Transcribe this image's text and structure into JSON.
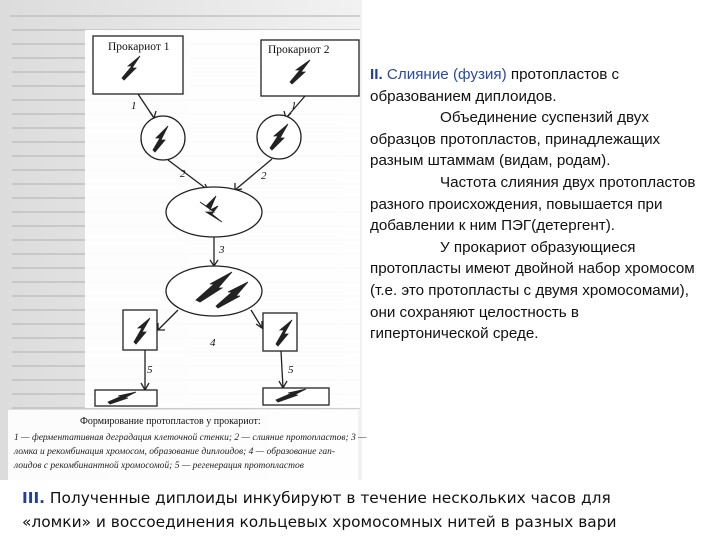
{
  "figure": {
    "box_labels": [
      "Прокариот 1",
      "Прокариот 2"
    ],
    "step_numbers": [
      "1",
      "1",
      "2",
      "2",
      "3",
      "4",
      "5",
      "5"
    ],
    "caption_title": "Формирование протопластов у прокариот:",
    "caption_lines": [
      "1 — ферментативная деградация клеточной стенки; 2 — слияние протопластов; 3 —",
      "ломка и рекомбинация хромосом, образование диплоидов; 4 — образование гап-",
      "лоидов с рекомбинантной хромосомой; 5 — регенерация протопластов"
    ]
  },
  "text": {
    "heading_num": "II. ",
    "heading_word": "Слияние (фузия)",
    "heading_rest": " протопластов с образованием диплоидов.",
    "para1": "Объединение суспензий двух образцов протопластов, принадлежащих разным штаммам (видам, родам).",
    "para2": "Частота слияния двух протопластов разного происхождения, повышается при добавлении к ним ПЭГ(детергент).",
    "para3": "У прокариот образующиеся протопласты имеют двойной набор хромосом (т.е. это протопласты с двумя хромосомами), они сохраняют целостность в гипертонической среде."
  },
  "bottom": {
    "num": "III.",
    "line1": " Полученные диплоиды инкубируют в течение нескольких часов для",
    "line2": "«ломки» и воссоединения кольцевых хромосомных нитей в разных вари"
  }
}
